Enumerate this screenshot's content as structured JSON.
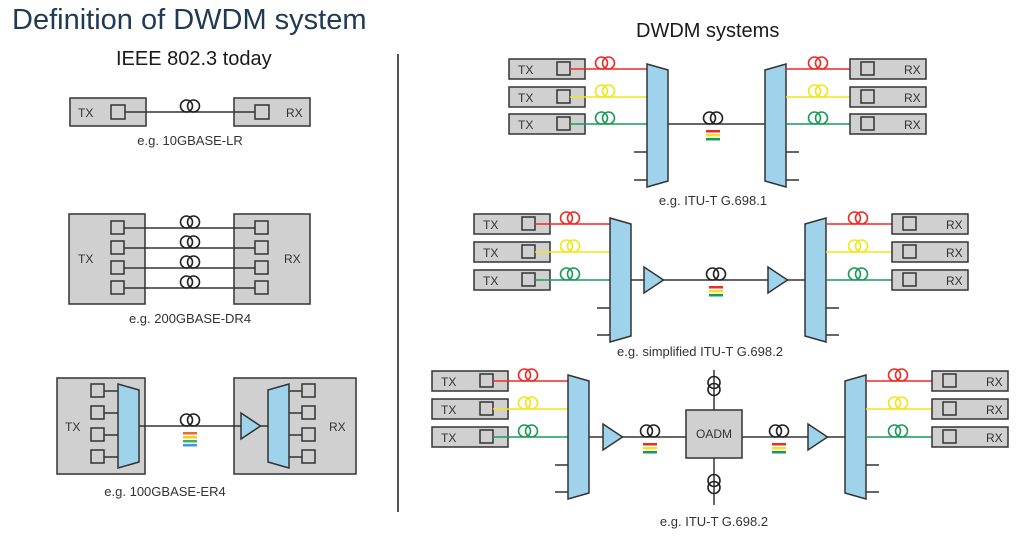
{
  "title": "Definition of DWDM system",
  "left_panel": {
    "heading": "IEEE 802.3 today",
    "examples": [
      {
        "caption": "e.g. 10GBASE-LR",
        "tx_label": "TX",
        "rx_label": "RX",
        "lanes": 1,
        "type": "single-fiber"
      },
      {
        "caption": "e.g. 200GBASE-DR4",
        "tx_label": "TX",
        "rx_label": "RX",
        "lanes": 4,
        "type": "parallel-fiber"
      },
      {
        "caption": "e.g. 100GBASE-ER4",
        "tx_label": "TX",
        "rx_label": "RX",
        "lanes": 4,
        "type": "lan-wdm-with-amplifier"
      }
    ]
  },
  "right_panel": {
    "heading": "DWDM systems",
    "examples": [
      {
        "caption": "e.g. ITU-T G.698.1",
        "tx_label": "TX",
        "rx_label": "RX",
        "channels": 3,
        "amplifiers": false,
        "oadm": false
      },
      {
        "caption": "e.g. simplified ITU-T G.698.2",
        "tx_label": "TX",
        "rx_label": "RX",
        "channels": 3,
        "amplifiers": true,
        "oadm": false
      },
      {
        "caption": "e.g. ITU-T G.698.2",
        "tx_label": "TX",
        "rx_label": "RX",
        "channels": 3,
        "amplifiers": true,
        "oadm": true,
        "oadm_label": "OADM"
      }
    ]
  },
  "colors": {
    "title": "#1f3a52",
    "box_fill": "#d0d0d0",
    "mux_fill": "#9fd3ec",
    "channel_red": "#ee2a24",
    "channel_yellow": "#f2e51a",
    "channel_green": "#1a9a5a",
    "lan_blue": "#3d9bd6",
    "divider": "#555555"
  }
}
